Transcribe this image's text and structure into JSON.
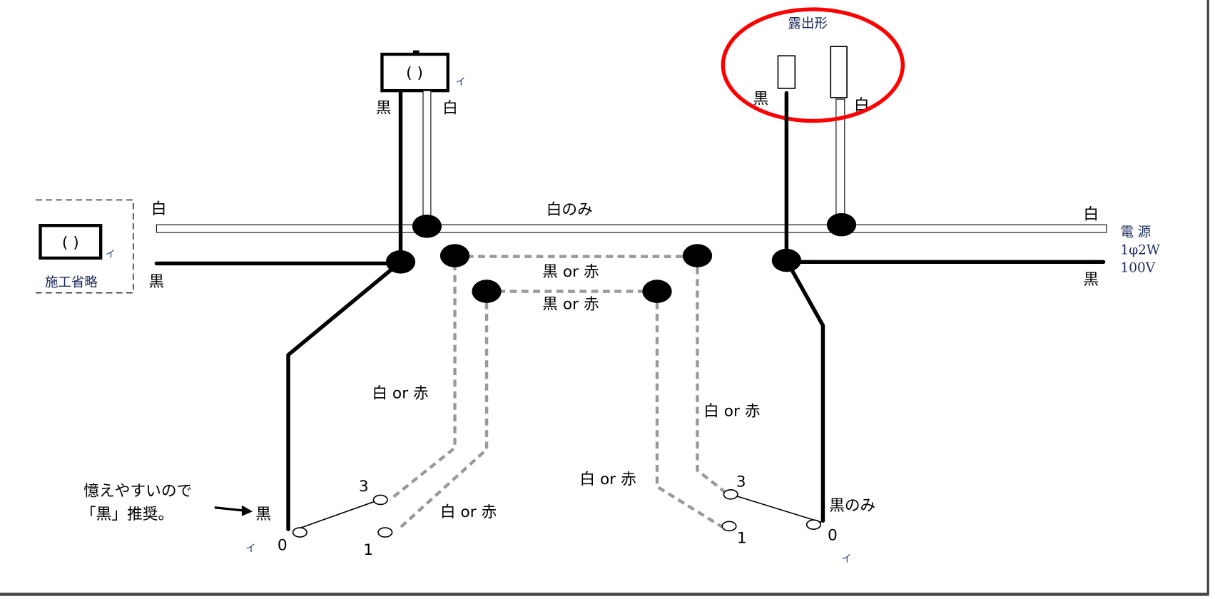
{
  "labels": {
    "white": "白",
    "black": "黒",
    "white_only": "白のみ",
    "black_only": "黒のみ",
    "black_or_red": "黒 or 赤",
    "white_or_red": "白 or 赤",
    "omitted": "施工省略",
    "exposed_type": "露出形",
    "power_line1": "電 源",
    "power_line2": "1φ2W",
    "power_line3": "100V",
    "lamp_symbol": "( )",
    "symbol_i": "イ",
    "note_line1": "憶えやすいので",
    "note_line2": "「黒」推奨。",
    "term_0": "0",
    "term_1": "1",
    "term_3": "3"
  },
  "colors": {
    "highlight": "#ff0000",
    "traveler": "#999999"
  }
}
